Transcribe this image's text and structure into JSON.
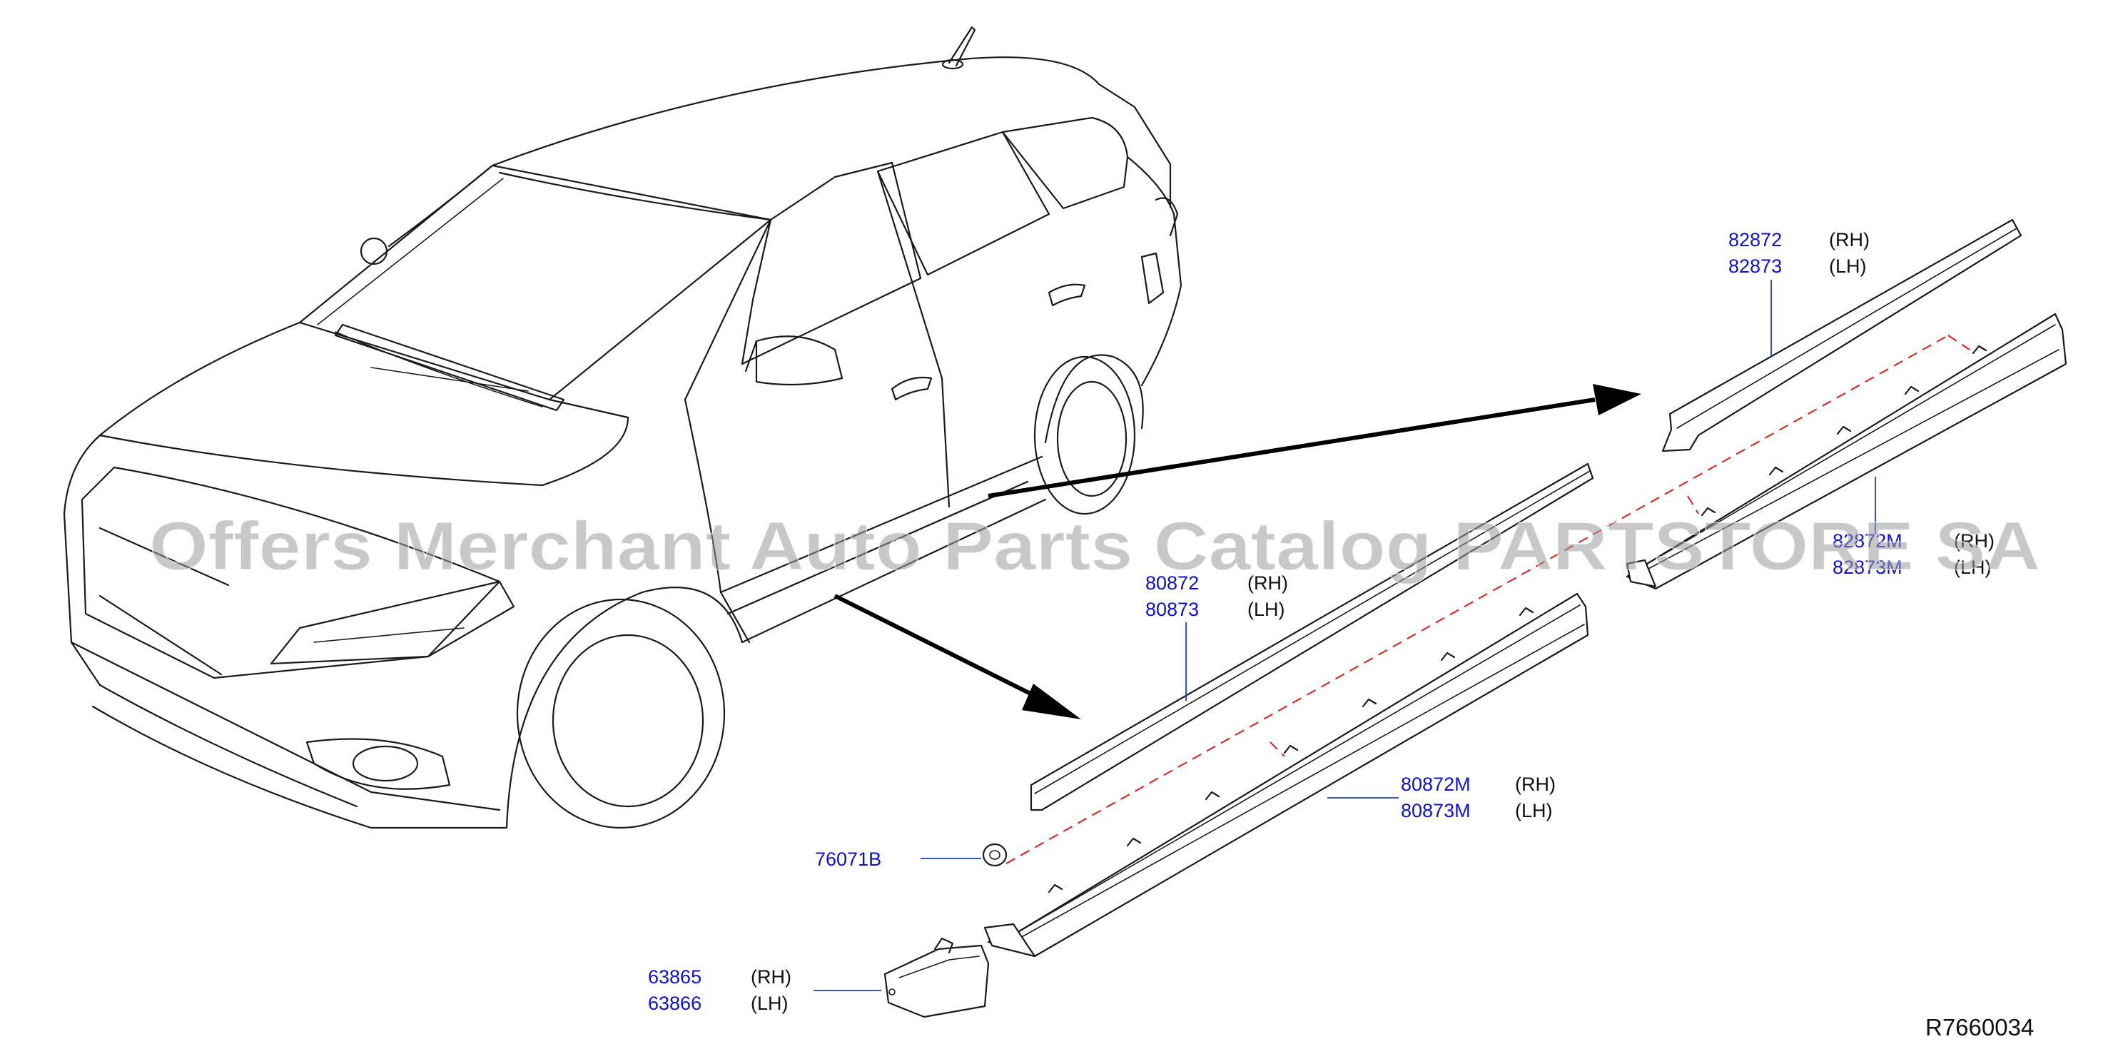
{
  "labels": {
    "roof_molding": {
      "pn_rh": "82872",
      "side_rh": "(RH)",
      "pn_lh": "82873",
      "side_lh": "(LH)"
    },
    "rear_sill": {
      "pn_rh": "82872M",
      "side_rh": "(RH)",
      "pn_lh": "82873M",
      "side_lh": "(LH)"
    },
    "front_molding": {
      "pn_rh": "80872",
      "side_rh": "(RH)",
      "pn_lh": "80873",
      "side_lh": "(LH)"
    },
    "front_sill": {
      "pn_rh": "80872M",
      "side_rh": "(RH)",
      "pn_lh": "80873M",
      "side_lh": "(LH)"
    },
    "clip": {
      "pn": "76071B"
    },
    "end_cap": {
      "pn_rh": "63865",
      "side_rh": "(RH)",
      "pn_lh": "63866",
      "side_lh": "(LH)"
    }
  },
  "reference_code": "R7660034",
  "watermark": "Offers Merchant Auto Parts Catalog PARTSTORE SA",
  "colors": {
    "part_number": "#1010d0",
    "leader_line": "#1f3fbf",
    "dashed_guide": "#e01a1a",
    "line_art": "#1a1a1a"
  }
}
